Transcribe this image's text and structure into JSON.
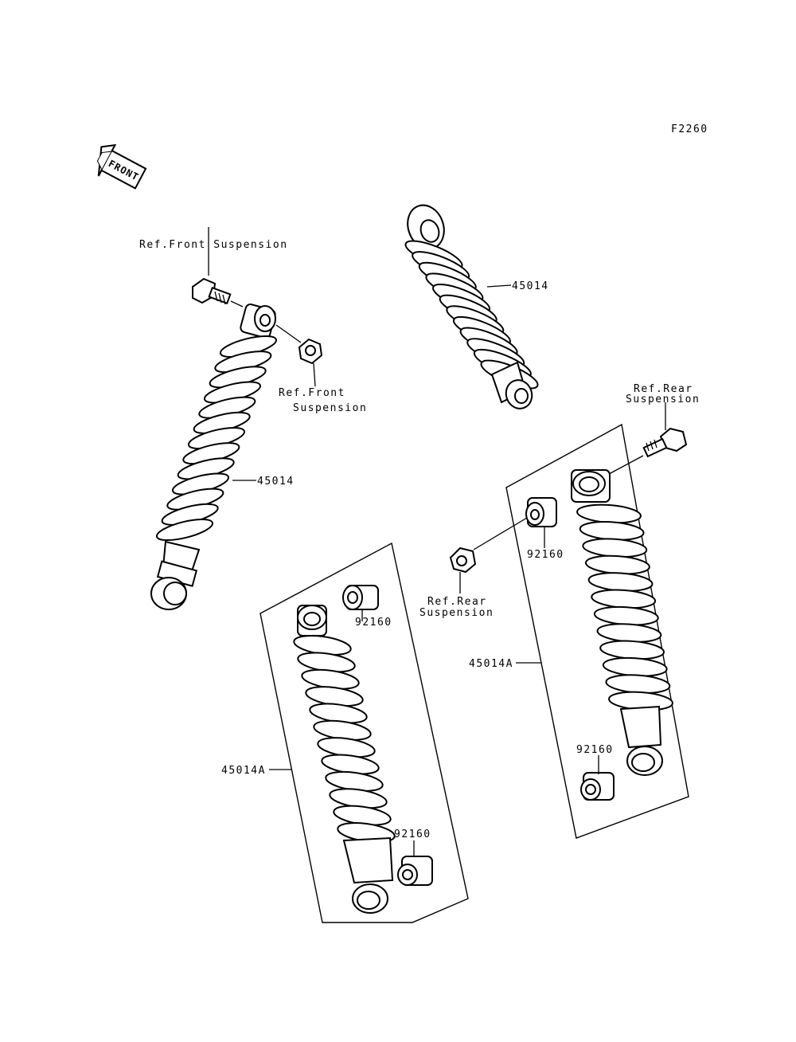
{
  "diagram": {
    "figure_code": "F2260",
    "front_label": "FRONT",
    "labels": {
      "ref_front_top": "Ref.Front Suspension",
      "ref_front_nut_1": "Ref.Front",
      "ref_front_nut_2": "Suspension",
      "part_45014_top": "45014",
      "part_45014_left": "45014",
      "ref_rear_right_1": "Ref.Rear",
      "ref_rear_right_2": "Suspension",
      "ref_rear_mid_1": "Ref.Rear",
      "ref_rear_mid_2": "Suspension",
      "bush_92160_a": "92160",
      "bush_92160_b": "92160",
      "bush_92160_c": "92160",
      "bush_92160_d": "92160",
      "part_45014A_right": "45014A",
      "part_45014A_left": "45014A"
    }
  }
}
